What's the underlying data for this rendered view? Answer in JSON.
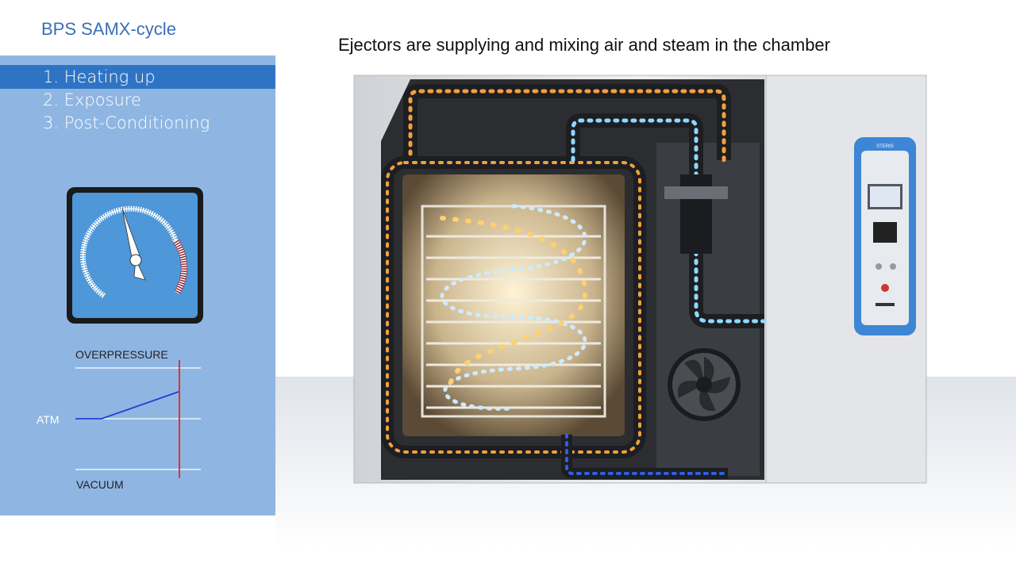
{
  "header": {
    "title": "BPS SAMX-cycle",
    "caption": "Ejectors are supplying and mixing air and steam in the chamber"
  },
  "steps": [
    {
      "label": "1. Heating up",
      "active": true
    },
    {
      "label": "2. Exposure",
      "active": false
    },
    {
      "label": "3. Post-Conditioning",
      "active": false
    }
  ],
  "pressure_graph": {
    "overpressure_label": "OVERPRESSURE",
    "atm_label": "ATM",
    "vacuum_label": "VACUUM"
  },
  "machine": {
    "brand": "STERIS"
  },
  "colors": {
    "accent": "#2f74c4",
    "panel": "#8fb6e2",
    "title": "#3a6fb5",
    "pressure_line": "#1f3fd1",
    "time_marker": "#e0322a",
    "steam": "#f0a040",
    "air": "#8fd8ff"
  }
}
